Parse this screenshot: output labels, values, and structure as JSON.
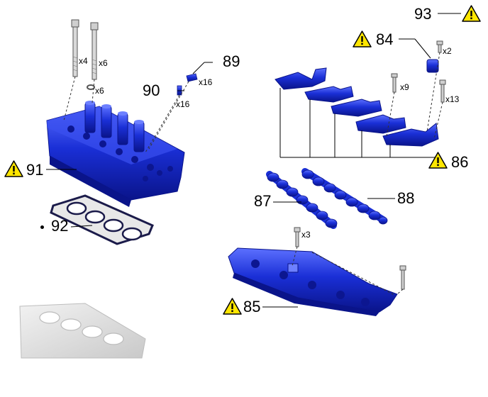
{
  "callouts": {
    "c84": "84",
    "c85": "85",
    "c86": "86",
    "c87": "87",
    "c88": "88",
    "c89": "89",
    "c90": "90",
    "c91": "91",
    "c92": "92",
    "c93": "93"
  },
  "quantities": {
    "bolt_long_a": "x4",
    "bolt_long_b": "x6",
    "washer": "x6",
    "pin_89": "x16",
    "lifter_90": "x16",
    "bolt_84": "x2",
    "bolt_cap_a": "x9",
    "bolt_cap_b": "x13",
    "bolt_85": "x3"
  },
  "icons": {
    "warning": "caution-triangle-icon"
  },
  "colors": {
    "part_blue": "#1a2fd6",
    "part_dark": "#0a148a",
    "part_light": "#5c70ff",
    "leader": "#000000",
    "warning_fill": "#ffe600"
  }
}
